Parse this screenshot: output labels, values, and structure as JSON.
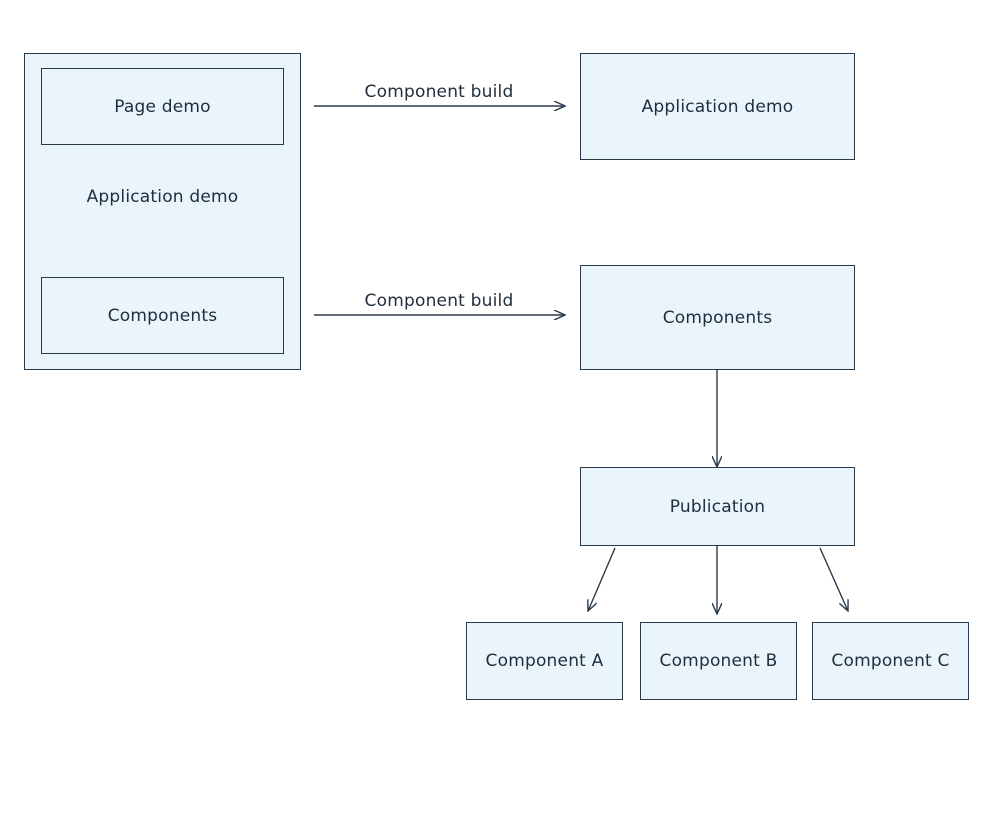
{
  "source_container": {
    "title": "Application demo",
    "page_demo": "Page demo",
    "components": "Components"
  },
  "targets": {
    "application_demo": "Application demo",
    "components": "Components",
    "publication": "Publication"
  },
  "leaf_components": [
    "Component A",
    "Component B",
    "Component C"
  ],
  "edges": {
    "build_app_label": "Component build",
    "build_components_label": "Component build"
  }
}
